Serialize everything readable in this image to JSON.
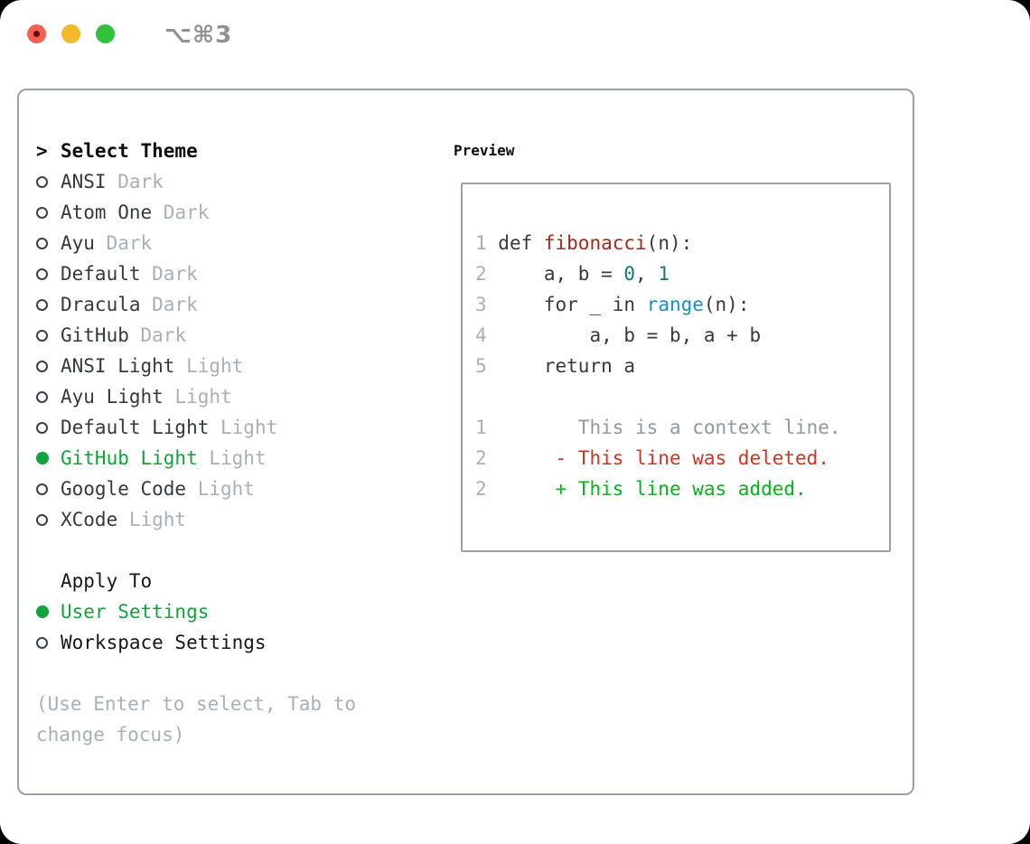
{
  "window": {
    "title": "⌥⌘3",
    "traffic_lights": [
      {
        "name": "close-button",
        "has_dot": true
      },
      {
        "name": "minimize-button",
        "has_dot": false
      },
      {
        "name": "zoom-button",
        "has_dot": false
      }
    ]
  },
  "colors": {
    "text_primary": "#343a42",
    "text_muted": "#a8b0bc",
    "selected_green": "#12a43c",
    "syntax_func_red": "#a5281b",
    "syntax_num_teal": "#0b7d78",
    "syntax_builtin_blue": "#0f93cd",
    "diff_context_gray": "#8f99a3",
    "diff_deleted_red": "#cd3424",
    "diff_added_green": "#00b71a",
    "panel_border": "#99a1ab",
    "title_gray": "#8f9196",
    "traffic_red": "#f55f51",
    "traffic_red_dot": "#5c110a",
    "traffic_yellow": "#f7b92c",
    "traffic_green": "#32c13c"
  },
  "sidebar": {
    "header_prefix": ">",
    "header": "Select Theme",
    "themes": [
      {
        "name": "ANSI",
        "variant": "Dark",
        "selected": false
      },
      {
        "name": "Atom One",
        "variant": "Dark",
        "selected": false
      },
      {
        "name": "Ayu",
        "variant": "Dark",
        "selected": false
      },
      {
        "name": "Default",
        "variant": "Dark",
        "selected": false
      },
      {
        "name": "Dracula",
        "variant": "Dark",
        "selected": false
      },
      {
        "name": "GitHub",
        "variant": "Dark",
        "selected": false
      },
      {
        "name": "ANSI Light",
        "variant": "Light",
        "selected": false
      },
      {
        "name": "Ayu Light",
        "variant": "Light",
        "selected": false
      },
      {
        "name": "Default Light",
        "variant": "Light",
        "selected": false
      },
      {
        "name": "GitHub Light",
        "variant": "Light",
        "selected": true
      },
      {
        "name": "Google Code",
        "variant": "Light",
        "selected": false
      },
      {
        "name": "XCode",
        "variant": "Light",
        "selected": false
      }
    ],
    "apply_to": {
      "header": "Apply To",
      "options": [
        {
          "label": "User Settings",
          "selected": true
        },
        {
          "label": "Workspace Settings",
          "selected": false
        }
      ]
    },
    "hint_lines": [
      "(Use Enter to select, Tab to",
      "change focus)"
    ]
  },
  "preview": {
    "header": "Preview",
    "code_lines": [
      {
        "num": "1",
        "tokens": [
          {
            "t": "def ",
            "c": "plain"
          },
          {
            "t": "fibonacci",
            "c": "func"
          },
          {
            "t": "(n):",
            "c": "plain"
          }
        ]
      },
      {
        "num": "2",
        "tokens": [
          {
            "t": "    a, b = ",
            "c": "plain"
          },
          {
            "t": "0",
            "c": "num"
          },
          {
            "t": ", ",
            "c": "plain"
          },
          {
            "t": "1",
            "c": "num"
          }
        ]
      },
      {
        "num": "3",
        "tokens": [
          {
            "t": "    for _ in ",
            "c": "plain"
          },
          {
            "t": "range",
            "c": "builtin"
          },
          {
            "t": "(n):",
            "c": "plain"
          }
        ]
      },
      {
        "num": "4",
        "tokens": [
          {
            "t": "        a, b = b, a + b",
            "c": "plain"
          }
        ]
      },
      {
        "num": "5",
        "tokens": [
          {
            "t": "    return a",
            "c": "plain"
          }
        ]
      }
    ],
    "diff_lines": [
      {
        "num": "1",
        "tokens": [
          {
            "t": "       This is a context line.",
            "c": "ctx"
          }
        ]
      },
      {
        "num": "2",
        "tokens": [
          {
            "t": "     - This line was deleted.",
            "c": "del"
          }
        ]
      },
      {
        "num": "2",
        "tokens": [
          {
            "t": "     + This line was added.",
            "c": "add"
          }
        ]
      }
    ]
  }
}
